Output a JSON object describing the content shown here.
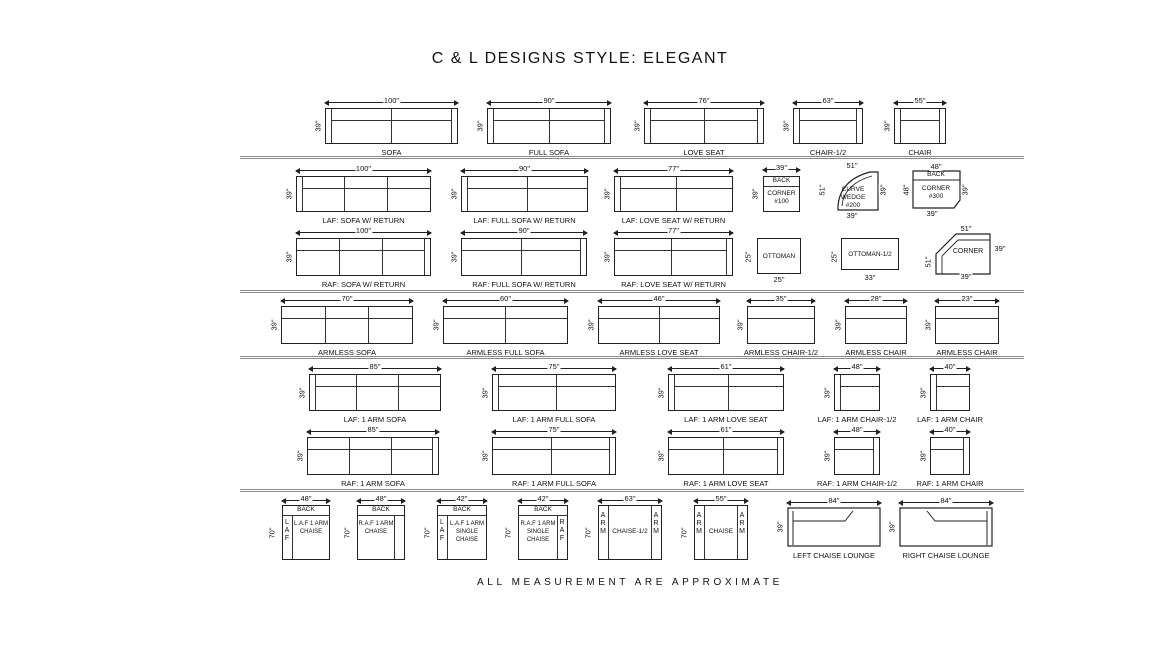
{
  "title": "C & L DESIGNS STYLE: ELEGANT",
  "footer": "ALL MEASUREMENT ARE APPROXIMATE",
  "rows": [
    [
      {
        "label": "SOFA",
        "width": "100\"",
        "height": "39\"",
        "seats": 2,
        "arms": "both"
      },
      {
        "label": "FULL SOFA",
        "width": "90\"",
        "height": "39\"",
        "seats": 2,
        "arms": "both"
      },
      {
        "label": "LOVE SEAT",
        "width": "76\"",
        "height": "39\"",
        "seats": 2,
        "arms": "both"
      },
      {
        "label": "CHAIR-1/2",
        "width": "63\"",
        "height": "39\"",
        "seats": 1,
        "arms": "both"
      },
      {
        "label": "CHAIR",
        "width": "55\"",
        "height": "39\"",
        "seats": 1,
        "arms": "both"
      }
    ],
    [
      {
        "label": "LAF: SOFA W/ RETURN",
        "width": "100\"",
        "height": "39\"",
        "seats": 3,
        "arms": "left"
      },
      {
        "label": "LAF: FULL SOFA W/ RETURN",
        "width": "90\"",
        "height": "39\"",
        "seats": 2,
        "arms": "left"
      },
      {
        "label": "LAF: LOVE SEAT W/ RETURN",
        "width": "77\"",
        "height": "39\"",
        "seats": 2,
        "arms": "left"
      },
      {
        "kind": "corner100",
        "top": "BACK",
        "inner": [
          "CORNER",
          "#100"
        ],
        "width": "39\"",
        "height": "39\""
      },
      {
        "kind": "wedge",
        "inner": [
          "CURVE",
          "WEDGE",
          "#200"
        ],
        "width": "39\"",
        "height_left": "51\"",
        "height_right": "39\"",
        "top": "51\""
      },
      {
        "kind": "corner300",
        "top_label": "BACK",
        "inner": [
          "CORNER",
          "#300"
        ],
        "width_top": "48\"",
        "width_bottom": "39\"",
        "height_left": "48\"",
        "height_right": "39\""
      }
    ],
    [
      {
        "label": "RAF: SOFA W/ RETURN",
        "width": "100\"",
        "height": "39\"",
        "seats": 3,
        "arms": "right"
      },
      {
        "label": "RAF: FULL SOFA W/ RETURN",
        "width": "90\"",
        "height": "39\"",
        "seats": 2,
        "arms": "right"
      },
      {
        "label": "RAF: LOVE SEAT W/ RETURN",
        "width": "77\"",
        "height": "39\"",
        "seats": 2,
        "arms": "right"
      },
      {
        "kind": "ottoman",
        "inner": [
          "OTTOMAN"
        ],
        "width": "25\"",
        "height": "25\""
      },
      {
        "kind": "ottoman",
        "inner": [
          "OTTOMAN-1/2"
        ],
        "width": "33\"",
        "height": "25\""
      },
      {
        "kind": "corner",
        "inner": [
          "CORNER"
        ],
        "top": "51\"",
        "right": "39\"",
        "left": "51\"",
        "bottom": "39\""
      }
    ],
    [
      {
        "label": "ARMLESS SOFA",
        "width": "70\"",
        "height": "39\"",
        "seats": 3,
        "arms": "none"
      },
      {
        "label": "ARMLESS FULL SOFA",
        "width": "60\"",
        "height": "39\"",
        "seats": 2,
        "arms": "none"
      },
      {
        "label": "ARMLESS LOVE SEAT",
        "width": "46\"",
        "height": "39\"",
        "seats": 2,
        "arms": "none"
      },
      {
        "label": "ARMLESS CHAIR-1/2",
        "width": "35\"",
        "height": "39\"",
        "seats": 1,
        "arms": "none"
      },
      {
        "label": "ARMLESS CHAIR",
        "width": "28\"",
        "height": "39\"",
        "seats": 1,
        "arms": "none"
      },
      {
        "label": "ARMLESS CHAIR",
        "width": "23\"",
        "height": "39\"",
        "seats": 1,
        "arms": "none"
      }
    ],
    [
      {
        "label": "LAF: 1 ARM SOFA",
        "width": "85\"",
        "height": "39\"",
        "seats": 3,
        "arms": "left"
      },
      {
        "label": "LAF: 1 ARM FULL SOFA",
        "width": "75\"",
        "height": "39\"",
        "seats": 2,
        "arms": "left"
      },
      {
        "label": "LAF: 1 ARM LOVE SEAT",
        "width": "61\"",
        "height": "39\"",
        "seats": 2,
        "arms": "left"
      },
      {
        "label": "LAF: 1 ARM CHAIR-1/2",
        "width": "48\"",
        "height": "39\"",
        "seats": 1,
        "arms": "left"
      },
      {
        "label": "LAF: 1 ARM CHAIR",
        "width": "40\"",
        "height": "39\"",
        "seats": 1,
        "arms": "left"
      }
    ],
    [
      {
        "label": "RAF: 1 ARM SOFA",
        "width": "85\"",
        "height": "39\"",
        "seats": 3,
        "arms": "right"
      },
      {
        "label": "RAF: 1 ARM FULL SOFA",
        "width": "75\"",
        "height": "39\"",
        "seats": 2,
        "arms": "right"
      },
      {
        "label": "RAF: 1 ARM LOVE SEAT",
        "width": "61\"",
        "height": "39\"",
        "seats": 2,
        "arms": "right"
      },
      {
        "label": "RAF: 1 ARM CHAIR-1/2",
        "width": "48\"",
        "height": "39\"",
        "seats": 1,
        "arms": "right"
      },
      {
        "label": "RAF: 1 ARM CHAIR",
        "width": "40\"",
        "height": "39\"",
        "seats": 1,
        "arms": "right"
      }
    ],
    [
      {
        "kind": "chaise",
        "top": "BACK",
        "side_letters": "LAF",
        "side": "left",
        "inner": [
          "L.A.F 1 ARM",
          "CHAISE"
        ],
        "width": "48\"",
        "height": "70\""
      },
      {
        "kind": "chaise",
        "top": "BACK",
        "side_letters": "",
        "side": "right-arm",
        "inner": [
          "R.A.F 1 ARM",
          "CHAISE"
        ],
        "width": "48\"",
        "height": "70\""
      },
      {
        "kind": "chaise",
        "top": "BACK",
        "side_letters": "LAF",
        "side": "left",
        "inner": [
          "L.A.F 1 ARM",
          "SINGLE",
          "CHAISE"
        ],
        "width": "42\"",
        "height": "70\""
      },
      {
        "kind": "chaise",
        "top": "BACK",
        "side_letters": "RAF",
        "side": "right",
        "inner": [
          "R.A.F 1 ARM",
          "SINGLE",
          "CHAISE"
        ],
        "width": "42\"",
        "height": "70\""
      },
      {
        "kind": "chaise2",
        "side_letters_l": "ARM",
        "side_letters_r": "ARM",
        "inner": [
          "CHAISE-1/2"
        ],
        "width": "63\"",
        "height": "70\""
      },
      {
        "kind": "chaise2",
        "side_letters_l": "ARM",
        "side_letters_r": "ARM",
        "inner": [
          "CHAISE"
        ],
        "width": "55\"",
        "height": "70\""
      },
      {
        "kind": "lounge",
        "side": "left",
        "label": "LEFT CHAISE LOUNGE",
        "width": "84\"",
        "height": "39\""
      },
      {
        "kind": "lounge",
        "side": "right",
        "label": "RIGHT CHAISE LOUNGE",
        "width": "84\"",
        "height": "39\""
      }
    ]
  ]
}
